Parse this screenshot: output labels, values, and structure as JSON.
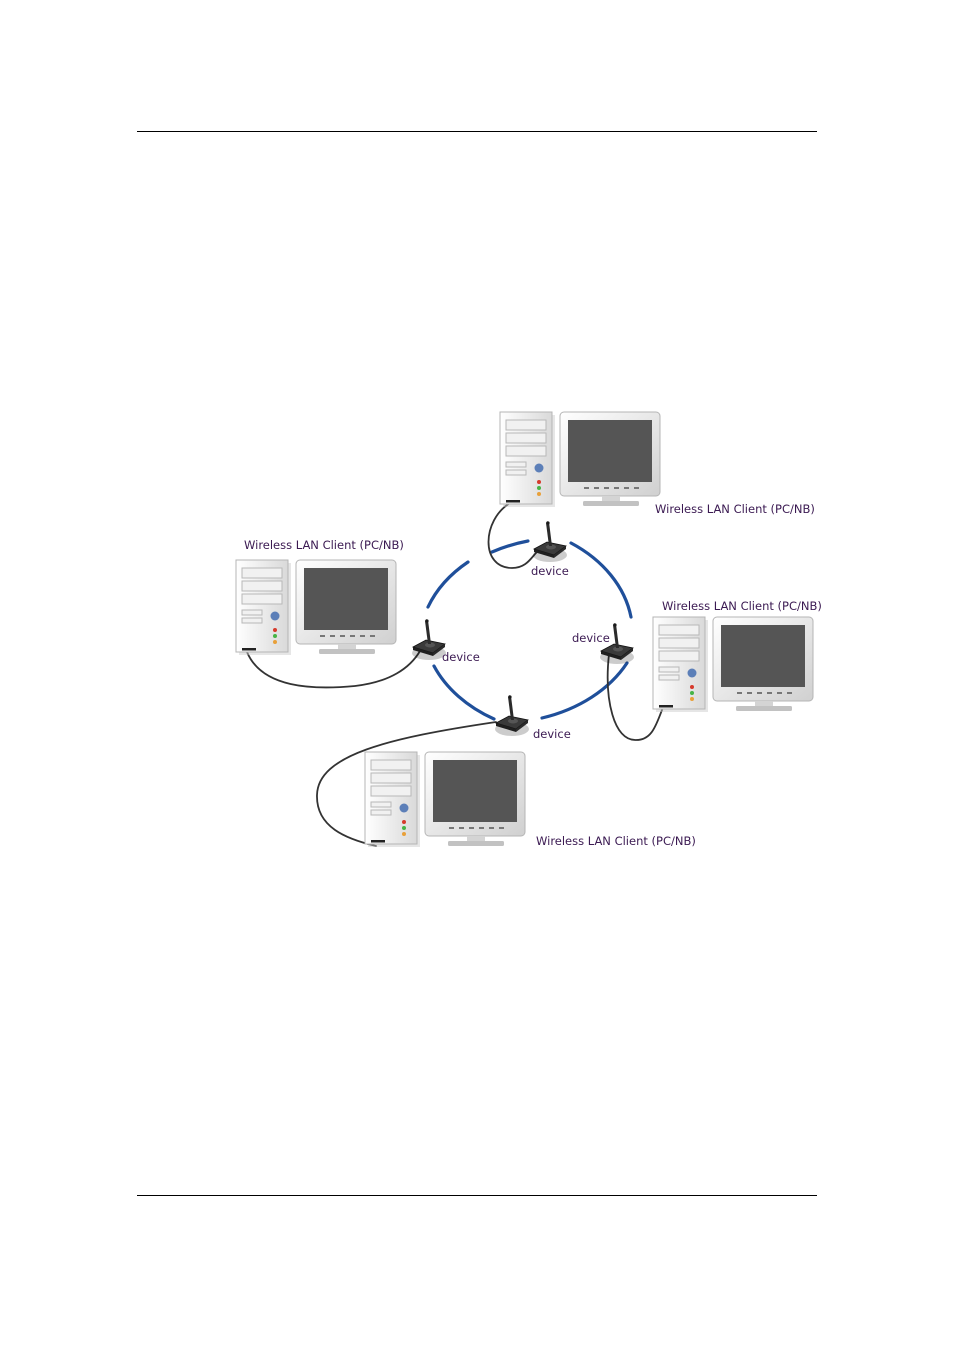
{
  "clients": [
    {
      "id": "top",
      "label": "Wireless LAN Client (PC/NB)"
    },
    {
      "id": "left",
      "label": "Wireless LAN Client (PC/NB)"
    },
    {
      "id": "right",
      "label": "Wireless LAN Client (PC/NB)"
    },
    {
      "id": "bottom",
      "label": "Wireless LAN Client (PC/NB)"
    }
  ],
  "devices": [
    {
      "id": "top",
      "label": "device"
    },
    {
      "id": "left",
      "label": "device"
    },
    {
      "id": "right",
      "label": "device"
    },
    {
      "id": "bottom",
      "label": "device"
    }
  ],
  "colors": {
    "ring": "#1f4f9a",
    "label": "#3b1a52",
    "cable": "#333333",
    "screen": "#555555"
  }
}
